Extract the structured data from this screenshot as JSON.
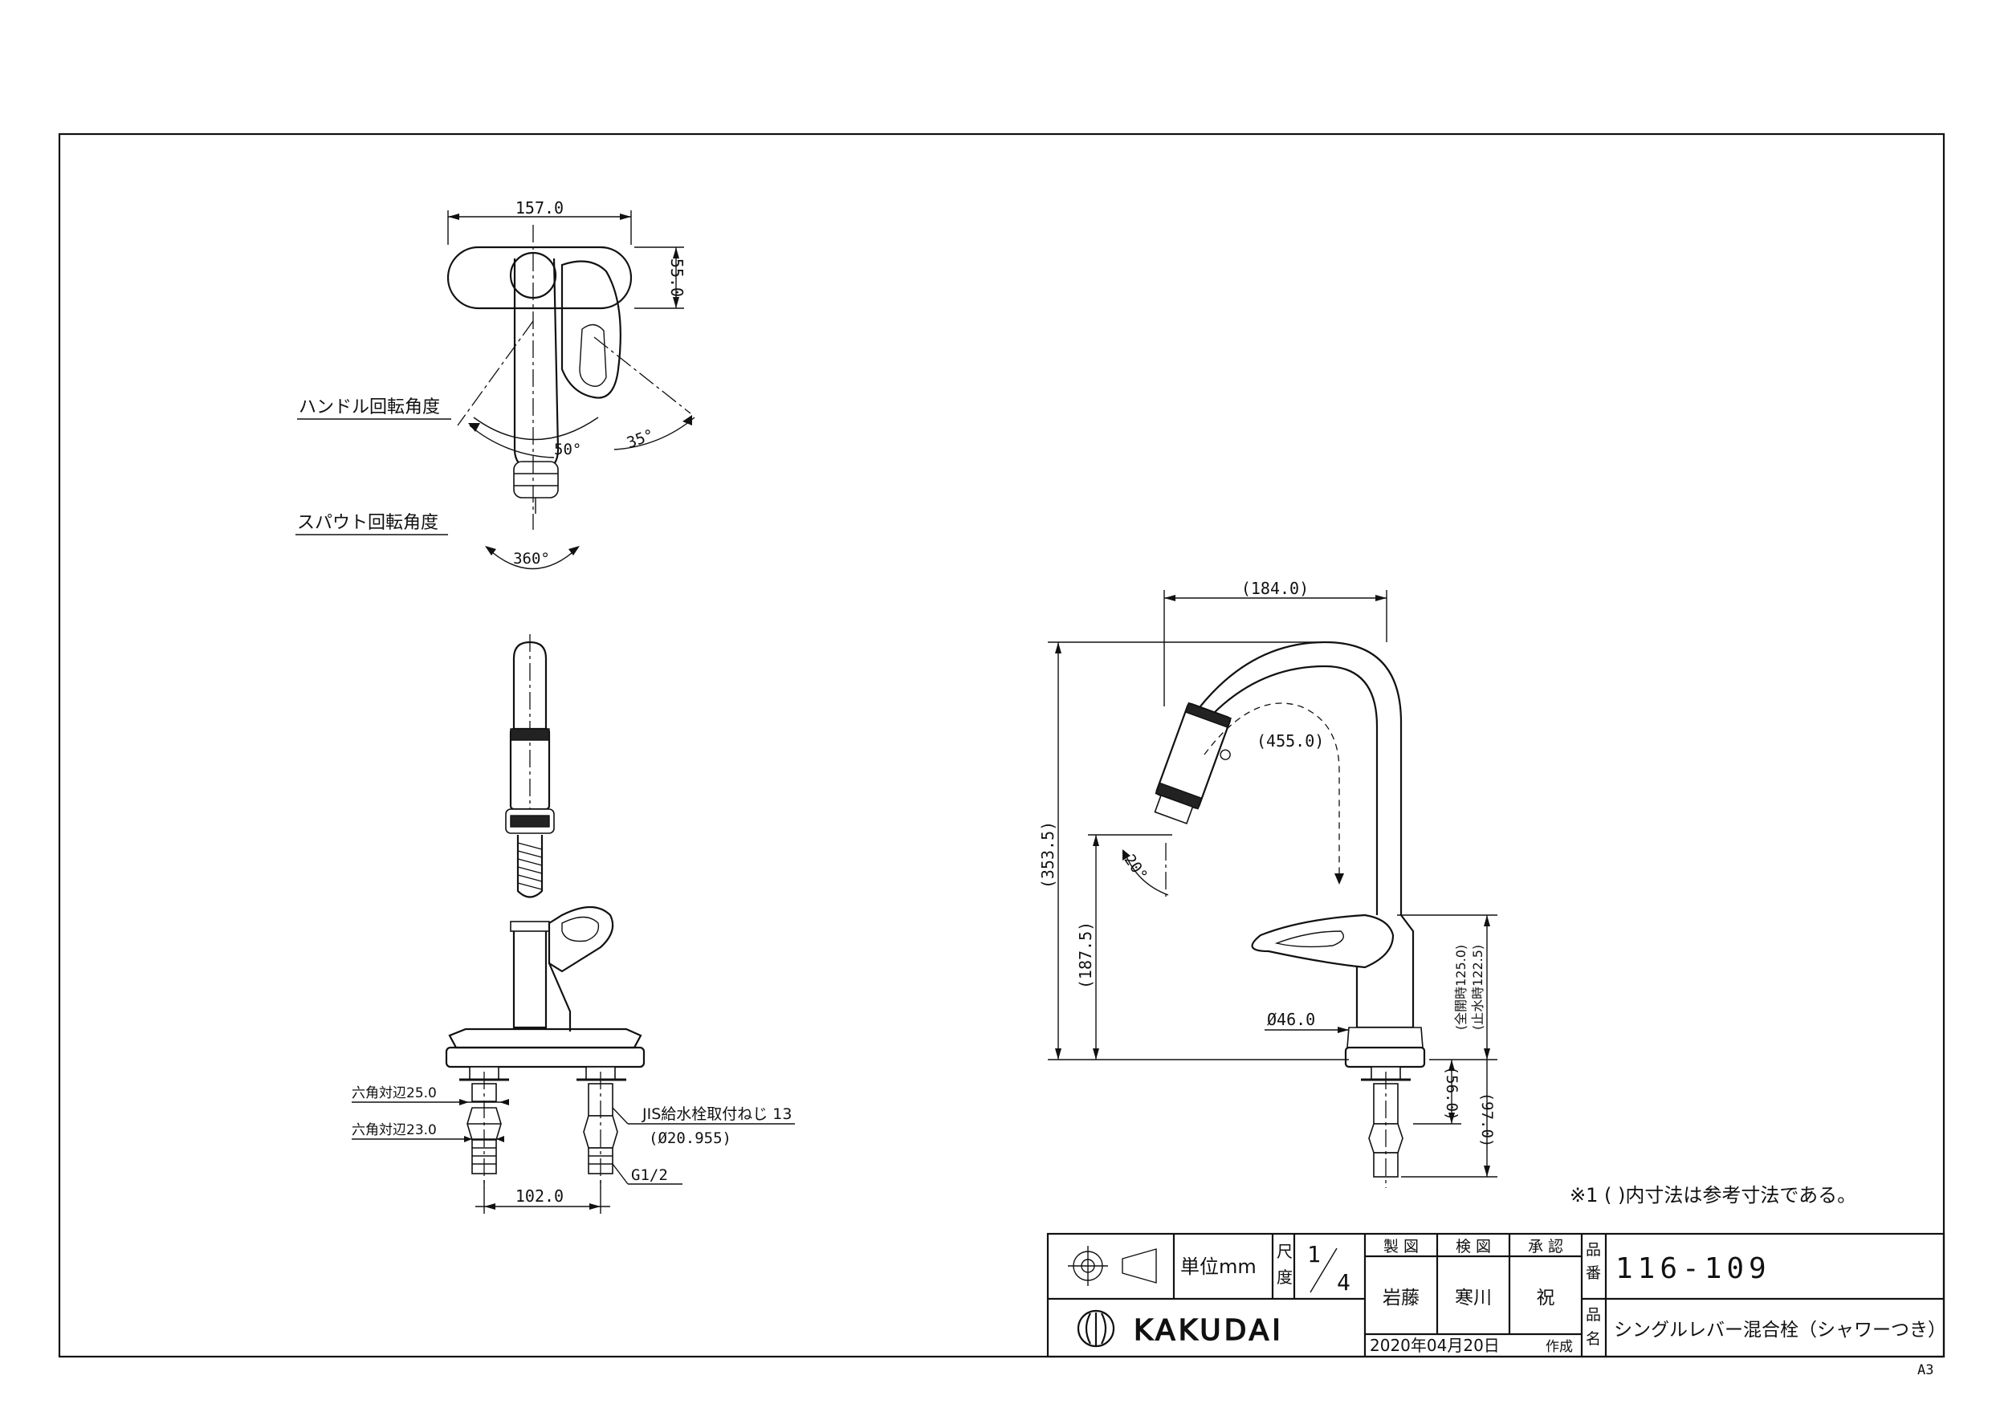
{
  "drawing": {
    "top_view": {
      "width_dim": "157.0",
      "depth_dim": "55.0",
      "handle_rotation_label": "ハンドル回転角度",
      "handle_angle_left": "50°",
      "handle_angle_right": "35°",
      "spout_rotation_label": "スパウト回転角度",
      "spout_angle": "360°"
    },
    "front_view": {
      "hex_25_label": "六角対辺25.0",
      "hex_23_label": "六角対辺23.0",
      "jis_label": "JIS給水栓取付ねじ 13",
      "jis_dia": "(Ø20.955)",
      "thread_label": "G1/2",
      "pitch_dim": "102.0"
    },
    "side_view": {
      "reach_dim": "(184.0)",
      "hose_dim": "(455.0)",
      "total_height_dim": "(353.5)",
      "spout_height_dim": "(187.5)",
      "head_angle": "20°",
      "base_dia": "Ø46.0",
      "open_height": "(全開時125.0)",
      "closed_height": "(止水時122.5)",
      "shank_dim": "(56.0)",
      "shank_total_dim": "(97.0)"
    },
    "note": "※1 ( )内寸法は参考寸法である。"
  },
  "title_block": {
    "unit_label": "単位mm",
    "scale_label_1": "尺",
    "scale_label_2": "度",
    "scale_num": "1",
    "scale_den": "4",
    "drawn_label": "製 図",
    "checked_label": "検 図",
    "approved_label": "承 認",
    "drawn_by": "岩藤",
    "checked_by": "寒川",
    "approved_by": "祝",
    "part_no_label_1": "品",
    "part_no_label_2": "番",
    "part_no": "116-109",
    "part_name_label_1": "品",
    "part_name_label_2": "名",
    "part_name": "シングルレバー混合栓（シャワーつき）",
    "company": "KAKUDAI",
    "date": "2020年04月20日",
    "created_label": "作成",
    "sheet_size": "A3"
  }
}
